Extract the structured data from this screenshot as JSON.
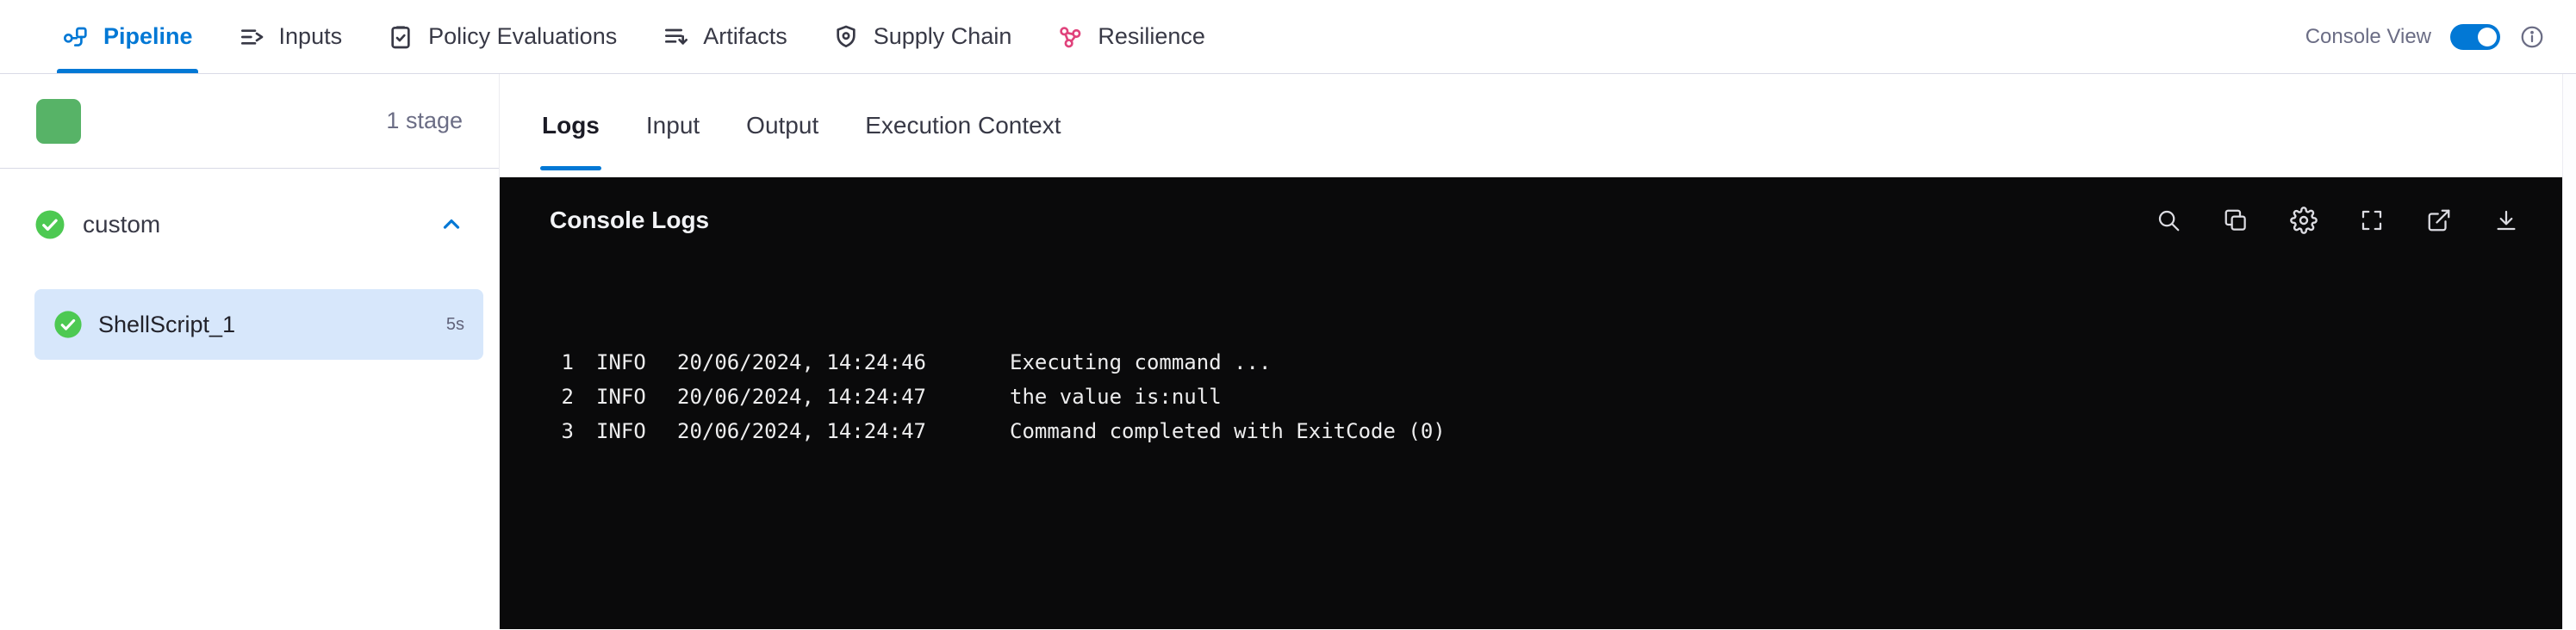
{
  "topnav": {
    "tabs": [
      {
        "label": "Pipeline",
        "icon": "pipeline-icon",
        "active": true
      },
      {
        "label": "Inputs",
        "icon": "inputs-icon",
        "active": false
      },
      {
        "label": "Policy Evaluations",
        "icon": "policy-evaluations-icon",
        "active": false
      },
      {
        "label": "Artifacts",
        "icon": "artifacts-icon",
        "active": false
      },
      {
        "label": "Supply Chain",
        "icon": "supply-chain-icon",
        "active": false
      },
      {
        "label": "Resilience",
        "icon": "resilience-icon",
        "active": false
      }
    ],
    "console_view": {
      "label": "Console View",
      "enabled": true
    }
  },
  "sidebar": {
    "stage_count": "1 stage",
    "group": {
      "label": "custom",
      "status": "success",
      "expanded": true
    },
    "steps": [
      {
        "label": "ShellScript_1",
        "duration": "5s",
        "status": "success",
        "selected": true
      }
    ]
  },
  "main": {
    "tabs": [
      {
        "label": "Logs",
        "active": true
      },
      {
        "label": "Input",
        "active": false
      },
      {
        "label": "Output",
        "active": false
      },
      {
        "label": "Execution Context",
        "active": false
      }
    ],
    "console": {
      "title": "Console Logs",
      "toolbar_icons": [
        "search-icon",
        "copy-icon",
        "gear-icon",
        "fullscreen-icon",
        "external-link-icon",
        "download-icon"
      ],
      "logs": [
        {
          "num": "1",
          "level": "INFO",
          "timestamp": "20/06/2024, 14:24:46",
          "message": "Executing command ..."
        },
        {
          "num": "2",
          "level": "INFO",
          "timestamp": "20/06/2024, 14:24:47",
          "message": "the value is:null"
        },
        {
          "num": "3",
          "level": "INFO",
          "timestamp": "20/06/2024, 14:24:47",
          "message": "Command completed with ExitCode (0)"
        }
      ]
    }
  },
  "colors": {
    "accent_blue": "#0278d5",
    "status_green": "#4dc952",
    "selected_step_bg": "#d7e7fb",
    "console_bg": "#0a0a0b",
    "resilience_pink": "#e0437c"
  }
}
